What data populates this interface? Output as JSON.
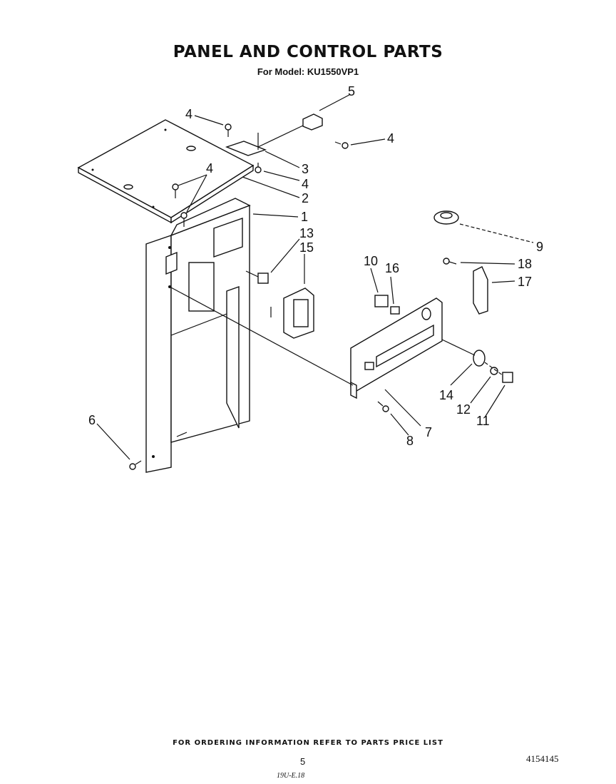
{
  "header": {
    "title": "PANEL AND CONTROL PARTS",
    "subtitle": "For Model: KU1550VP1"
  },
  "callouts": {
    "c1": "1",
    "c2": "2",
    "c3": "3",
    "c4a": "4",
    "c4b": "4",
    "c4c": "4",
    "c4d": "4",
    "c5": "5",
    "c6": "6",
    "c7": "7",
    "c8": "8",
    "c9": "9",
    "c10": "10",
    "c11": "11",
    "c12": "12",
    "c13": "13",
    "c14": "14",
    "c15": "15",
    "c16": "16",
    "c17": "17",
    "c18": "18"
  },
  "footer": {
    "ordering_note": "FOR ORDERING INFORMATION REFER TO PARTS PRICE LIST",
    "page_number": "5",
    "document_number": "4154145",
    "handwritten_note": "19U-E.18"
  }
}
